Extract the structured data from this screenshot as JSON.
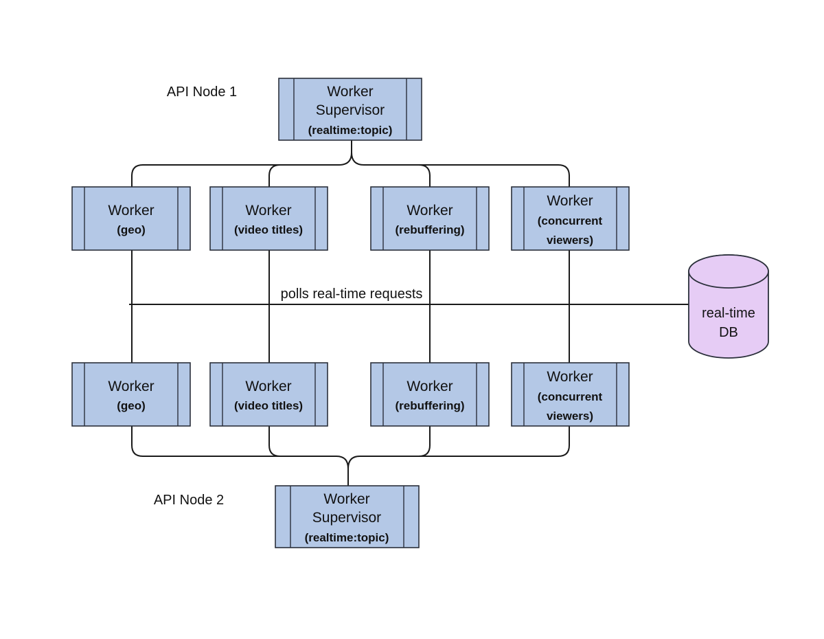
{
  "colors": {
    "process_fill": "#b4c8e6",
    "database_fill": "#e6ccf5",
    "line": "#1a1a1a"
  },
  "labels": {
    "node1": "API Node 1",
    "node2": "API Node 2",
    "edge": "polls real-time requests"
  },
  "supervisors": [
    {
      "title1": "Worker",
      "title2": "Supervisor",
      "sub": "(realtime:topic)"
    },
    {
      "title1": "Worker",
      "title2": "Supervisor",
      "sub": "(realtime:topic)"
    }
  ],
  "workers_node1": [
    {
      "title": "Worker",
      "sub1": "(geo)",
      "sub2": ""
    },
    {
      "title": "Worker",
      "sub1": "(video titles)",
      "sub2": ""
    },
    {
      "title": "Worker",
      "sub1": "(rebuffering)",
      "sub2": ""
    },
    {
      "title": "Worker",
      "sub1": "(concurrent",
      "sub2": "viewers)"
    }
  ],
  "workers_node2": [
    {
      "title": "Worker",
      "sub1": "(geo)",
      "sub2": ""
    },
    {
      "title": "Worker",
      "sub1": "(video titles)",
      "sub2": ""
    },
    {
      "title": "Worker",
      "sub1": "(rebuffering)",
      "sub2": ""
    },
    {
      "title": "Worker",
      "sub1": "(concurrent",
      "sub2": "viewers)"
    }
  ],
  "database": {
    "line1": "real-time",
    "line2": "DB"
  }
}
